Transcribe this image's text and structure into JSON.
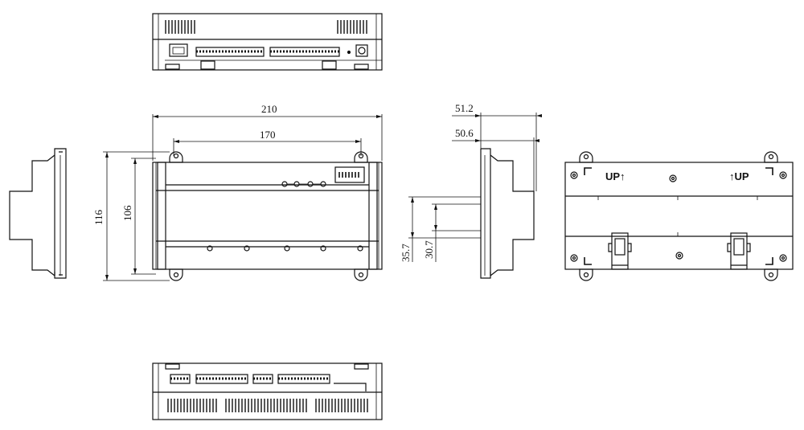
{
  "front_view": {
    "width_overall": "210",
    "width_mount": "170",
    "height_overall": "116",
    "height_body": "106"
  },
  "side_view": {
    "depth_overall": "51.2",
    "depth_body": "50.6",
    "rail_height": "35.7",
    "rail_offset": "30.7"
  },
  "back_view": {
    "label_left": "UP↑",
    "label_right": "↑UP"
  },
  "colors": {
    "line": "#111111",
    "background": "#ffffff"
  }
}
